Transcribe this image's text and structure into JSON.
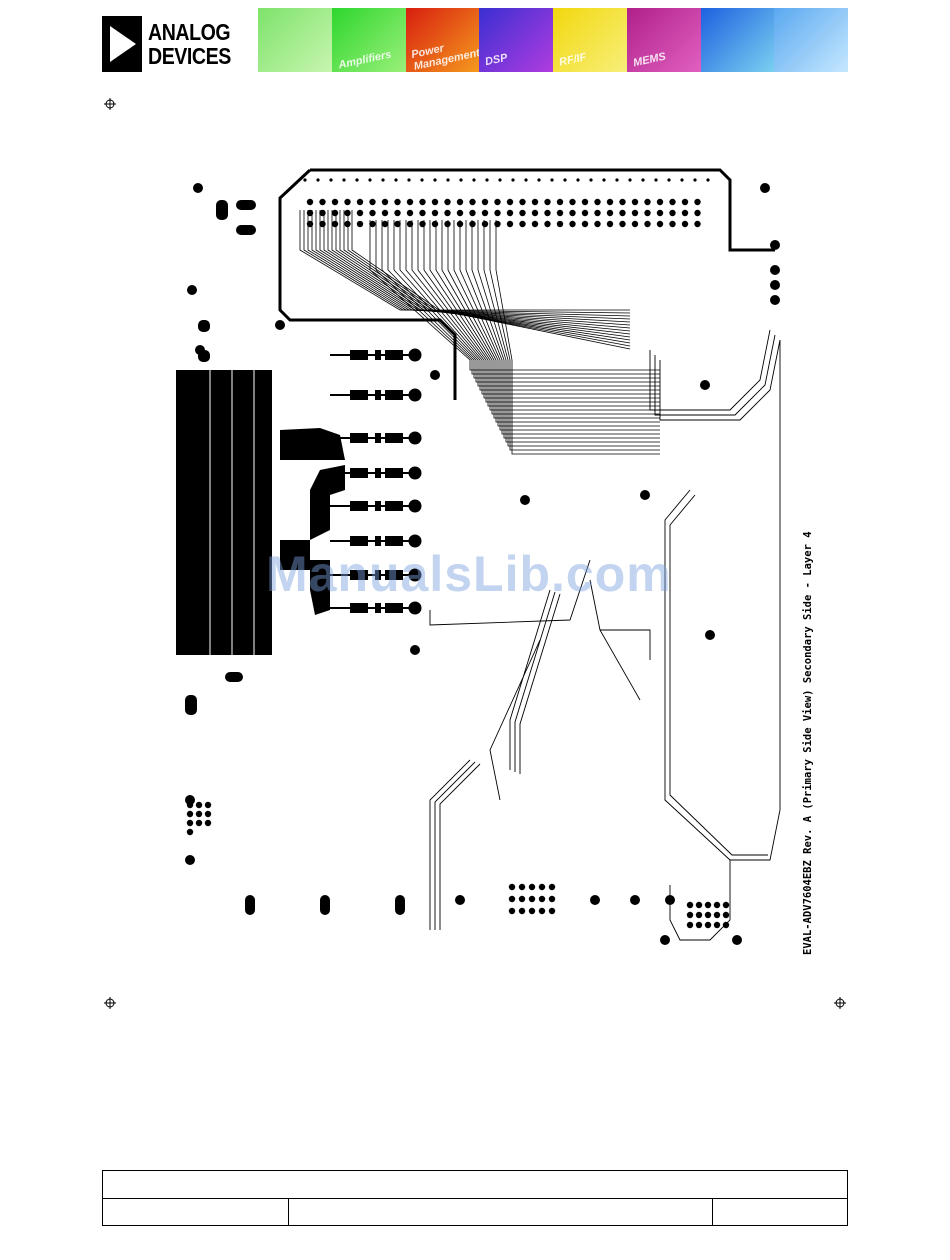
{
  "header": {
    "logo_line1": "ANALOG",
    "logo_line2": "DEVICES",
    "logo_icon": "analog-devices-triangle",
    "banner_tiles": [
      {
        "color_a": "#7de36a",
        "color_b": "#c8f5b0",
        "caption": ""
      },
      {
        "color_a": "#2ed62e",
        "color_b": "#9af07a",
        "caption": "Amplifiers"
      },
      {
        "color_a": "#d81e10",
        "color_b": "#f59a1e",
        "caption": "Power Management"
      },
      {
        "color_a": "#3a2fd1",
        "color_b": "#b03ce0",
        "caption": "DSP"
      },
      {
        "color_a": "#f2d80e",
        "color_b": "#f7ef7a",
        "caption": "RF/IF"
      },
      {
        "color_a": "#b0208a",
        "color_b": "#e060c0",
        "caption": "MEMS"
      },
      {
        "color_a": "#1e60e0",
        "color_b": "#7ad0f0",
        "caption": ""
      },
      {
        "color_a": "#5aa8f0",
        "color_b": "#c6e8ff",
        "caption": ""
      }
    ]
  },
  "board": {
    "side_label": "EVAL-ADV7604EBZ  Rev. A  (Primary Side View)   Secondary Side - Layer 4"
  },
  "watermark": "ManualsLib.com",
  "colors": {
    "copper": "#000000",
    "paper": "#ffffff"
  }
}
